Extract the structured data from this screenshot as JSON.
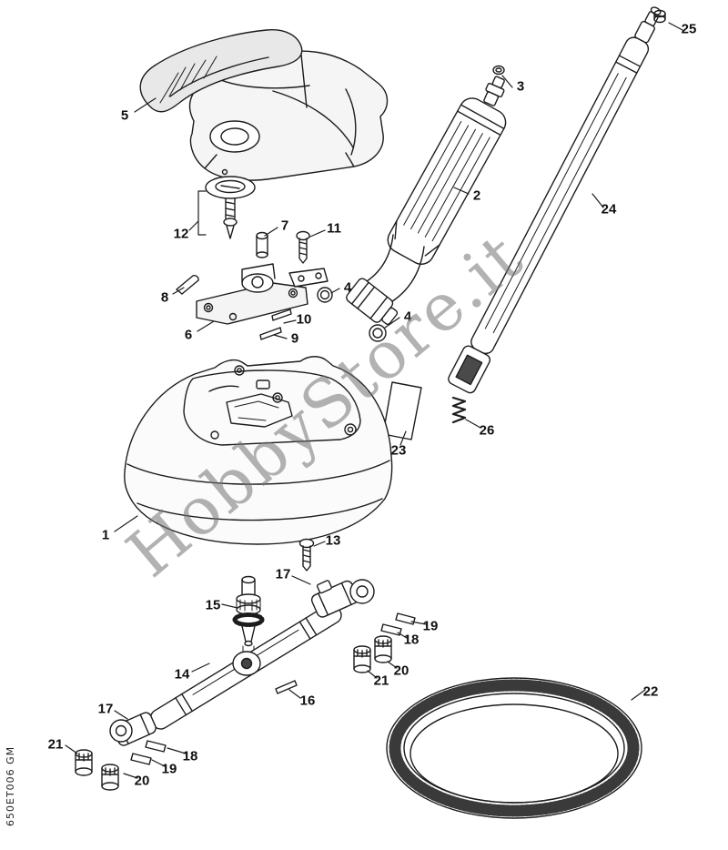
{
  "watermark": {
    "text": "HobbyStore.it"
  },
  "footer": {
    "code": "650ET006 GM"
  },
  "part_labels": {
    "1": "1",
    "2": "2",
    "3": "3",
    "4": "4",
    "5": "5",
    "6": "6",
    "7": "7",
    "8": "8",
    "9": "9",
    "10": "10",
    "11": "11",
    "12": "12",
    "13": "13",
    "14": "14",
    "15": "15",
    "16": "16",
    "17": "17",
    "18": "18",
    "19": "19",
    "20": "20",
    "21": "21",
    "22": "22",
    "23": "23",
    "24": "24",
    "25": "25",
    "26": "26"
  }
}
